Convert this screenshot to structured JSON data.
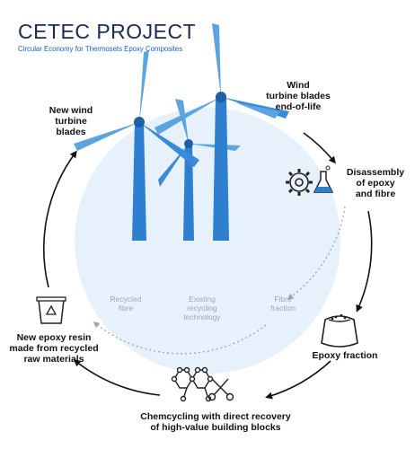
{
  "header": {
    "title": "CETEC PROJECT",
    "subtitle": "Circular Economy for Thermosets Epoxy Composites"
  },
  "cycle_steps": {
    "new_blades": "New wind\nturbine\nblades",
    "end_of_life": "Wind\nturbine blades\nend-of-life",
    "disassembly": "Disassembly\nof epoxy\nand fibre",
    "epoxy_fraction": "Epoxy fraction",
    "chemcycling": "Chemcycling with direct recovery\nof high-value building blocks",
    "new_resin": "New epoxy resin\nmade from recycled\nraw materials"
  },
  "existing_path": {
    "fibre_fraction": "Fibre\nfraction",
    "existing_tech": "Existing\nrecycling\ntechnology",
    "recycled_fibre": "Recycled\nfibre"
  },
  "colors": {
    "title": "#1b2a55",
    "accent": "#1a5fbf",
    "tower": "#2f7fd0",
    "blade": "#5ba4e0",
    "circle_fill": "#e6f1fb",
    "cycle_line": "#111111",
    "existing_line": "#9aa8b4"
  },
  "icons": [
    "wind-turbine-icon",
    "gear-icon",
    "flask-icon",
    "sack-icon",
    "recycle-bucket-icon",
    "molecule-icon",
    "scissors-icon"
  ]
}
